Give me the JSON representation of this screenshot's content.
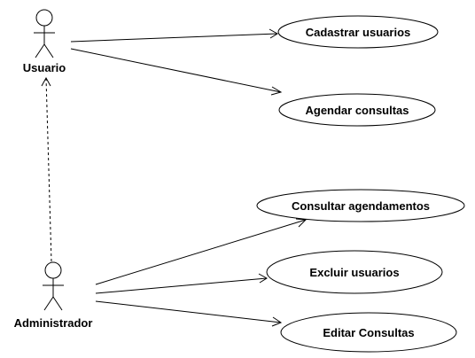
{
  "actors": {
    "usuario": {
      "name": "Usuario"
    },
    "administrador": {
      "name": "Administrador"
    }
  },
  "use_cases": {
    "cadastrar": {
      "label": "Cadastrar usuarios"
    },
    "agendar": {
      "label": "Agendar consultas"
    },
    "consultar": {
      "label": "Consultar agendamentos"
    },
    "excluir": {
      "label": "Excluir usuarios"
    },
    "editar": {
      "label": "Editar Consultas"
    }
  },
  "relationships": [
    {
      "from": "Usuario",
      "to": "Cadastrar usuarios",
      "type": "association"
    },
    {
      "from": "Usuario",
      "to": "Agendar consultas",
      "type": "association"
    },
    {
      "from": "Administrador",
      "to": "Consultar agendamentos",
      "type": "association"
    },
    {
      "from": "Administrador",
      "to": "Excluir usuarios",
      "type": "association"
    },
    {
      "from": "Administrador",
      "to": "Editar Consultas",
      "type": "association"
    },
    {
      "from": "Administrador",
      "to": "Usuario",
      "type": "generalization"
    }
  ],
  "colors": {
    "stroke": "#000000",
    "fill": "#ffffff",
    "text": "#000000"
  }
}
